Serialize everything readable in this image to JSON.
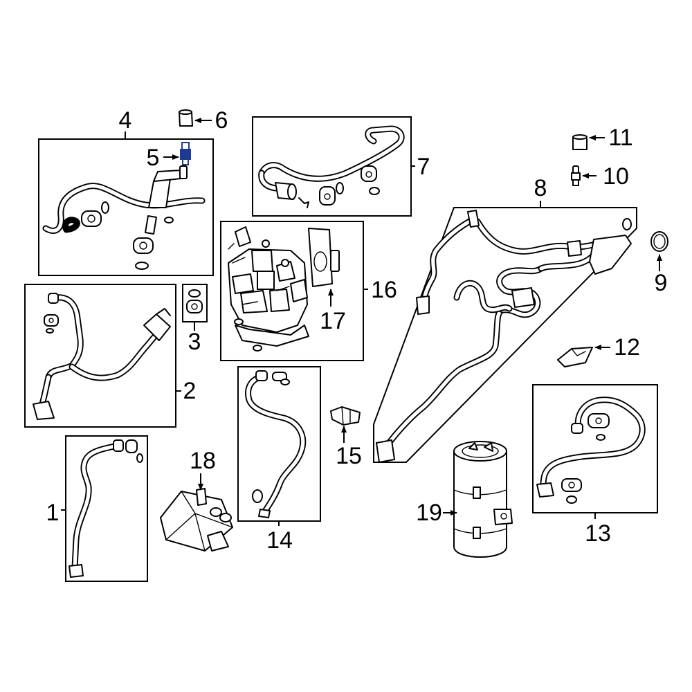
{
  "diagram": {
    "callouts": {
      "c1": "1",
      "c2": "2",
      "c3": "3",
      "c4": "4",
      "c5": "5",
      "c6": "6",
      "c7": "7",
      "c8": "8",
      "c9": "9",
      "c10": "10",
      "c11": "11",
      "c12": "12",
      "c13": "13",
      "c14": "14",
      "c15": "15",
      "c16": "16",
      "c17": "17",
      "c18": "18",
      "c19": "19"
    },
    "colors": {
      "line": "#000000",
      "highlight": "#1f3a93",
      "background": "#ffffff"
    },
    "highlighted_part": "5"
  }
}
